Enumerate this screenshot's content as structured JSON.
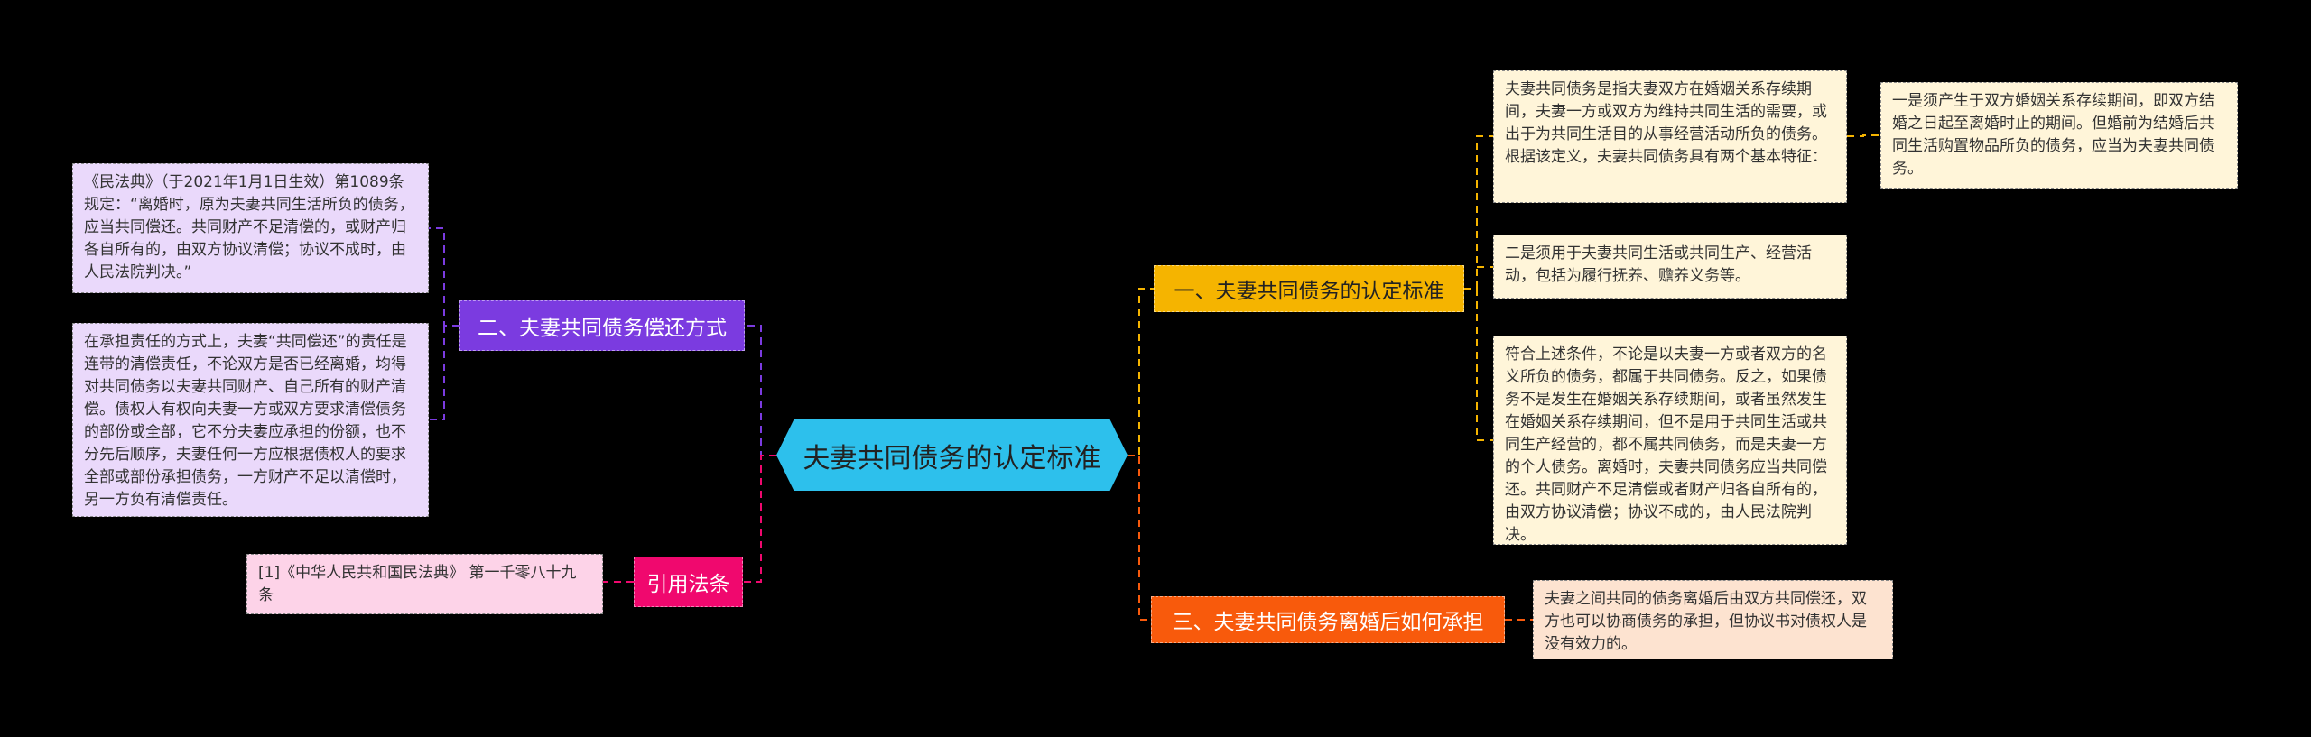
{
  "center": {
    "label": "夫妻共同债务的认定标准"
  },
  "branches": {
    "b1": {
      "label": "一、夫妻共同债务的认定标准",
      "color": "#f5b400",
      "items": [
        "夫妻共同债务是指夫妻双方在婚姻关系存续期间，夫妻一方或双方为维持共同生活的需要，或出于为共同生活目的从事经营活动所负的债务。根据该定义，夫妻共同债务具有两个基本特征：",
        "二是须用于夫妻共同生活或共同生产、经营活动，包括为履行抚养、赡养义务等。",
        "符合上述条件，不论是以夫妻一方或者双方的名义所负的债务，都属于共同债务。反之，如果债务不是发生在婚姻关系存续期间，或者虽然发生在婚姻关系存续期间，但不是用于共同生活或共同生产经营的，都不属共同债务，而是夫妻一方的个人债务。离婚时，夫妻共同债务应当共同偿还。共同财产不足清偿或者财产归各自所有的，由双方协议清偿；协议不成的，由人民法院判决。"
      ],
      "sub": "一是须产生于双方婚姻关系存续期间，即双方结婚之日起至离婚时止的期间。但婚前为结婚后共同生活购置物品所负的债务，应当为夫妻共同债务。"
    },
    "b2": {
      "label": "二、夫妻共同债务偿还方式",
      "color": "#7b3be0",
      "items": [
        "《民法典》（于2021年1月1日生效）第1089条规定：“离婚时，原为夫妻共同生活所负的债务，应当共同偿还。共同财产不足清偿的，或财产归各自所有的，由双方协议清偿；协议不成时，由人民法院判决。”",
        "在承担责任的方式上，夫妻“共同偿还”的责任是连带的清偿责任，不论双方是否已经离婚，均得对共同债务以夫妻共同财产、自己所有的财产清偿。债权人有权向夫妻一方或双方要求清偿债务的部份或全部，它不分夫妻应承担的份额，也不分先后顺序，夫妻任何一方应根据债权人的要求全部或部份承担债务，一方财产不足以清偿时，另一方负有清偿责任。"
      ]
    },
    "b3": {
      "label": "三、夫妻共同债务离婚后如何承担",
      "color": "#f85a0c",
      "items": [
        "夫妻之间共同的债务离婚后由双方共同偿还，双方也可以协商债务的承担，但协议书对债权人是没有效力的。"
      ]
    },
    "ref": {
      "label": "引用法条",
      "color": "#f0086e",
      "items": [
        "[1]《中华人民共和国民法典》 第一千零八十九条"
      ]
    }
  }
}
